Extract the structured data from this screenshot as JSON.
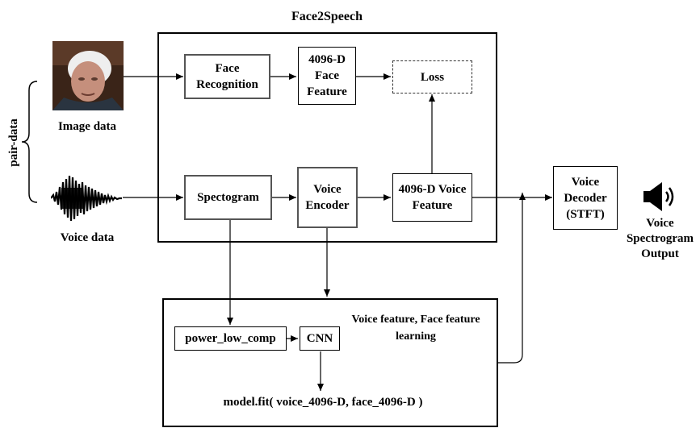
{
  "title": "Face2Speech",
  "side_label": "pair-data",
  "inputs": {
    "image_label": "Image data",
    "voice_label": "Voice data"
  },
  "blocks": {
    "face_recognition": "Face Recognition",
    "face_feature": "4096-D Face Feature",
    "loss": "Loss",
    "spectogram": "Spectogram",
    "voice_encoder": "Voice Encoder",
    "voice_feature": "4096-D Voice Feature",
    "voice_decoder": "Voice Decoder (STFT)",
    "power_low_comp": "power_low_comp",
    "cnn": "CNN"
  },
  "learning_box": {
    "caption": "Voice feature, Face feature learning",
    "fit_call": "model.fit( voice_4096-D, face_4096-D )"
  },
  "output_label": "Voice Spectrogram Output",
  "icons": {
    "face_photo": "face-photo-icon",
    "waveform": "audio-waveform-icon",
    "speaker": "speaker-icon"
  }
}
